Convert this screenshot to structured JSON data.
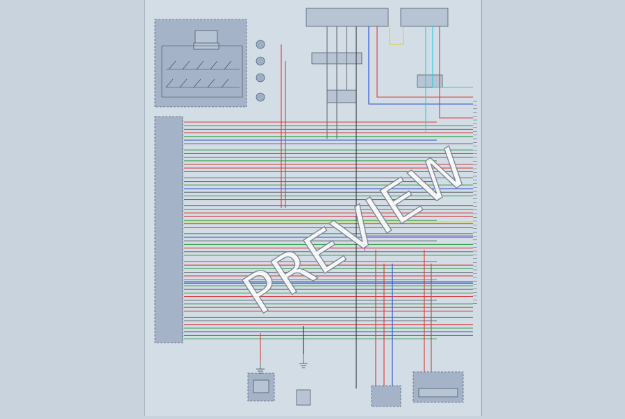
{
  "watermark": {
    "text": "PREVIEW"
  },
  "colors": {
    "background": "#c8d3dd",
    "sheet": "#d3dde6",
    "module_fill": "#a4b3c7",
    "wire_red": "#d43a3a",
    "wire_green": "#3aa14a",
    "wire_blue": "#2a4bc9",
    "wire_yellow": "#d9d02a",
    "wire_cyan": "#35c6d6",
    "wire_magenta": "#c24ad0",
    "wire_gray": "#6a6f78",
    "wire_black": "#2a2f38",
    "wire_white": "#f2f4f7"
  },
  "icons": [
    "ground-symbol",
    "connector-pin",
    "arrow-right"
  ]
}
